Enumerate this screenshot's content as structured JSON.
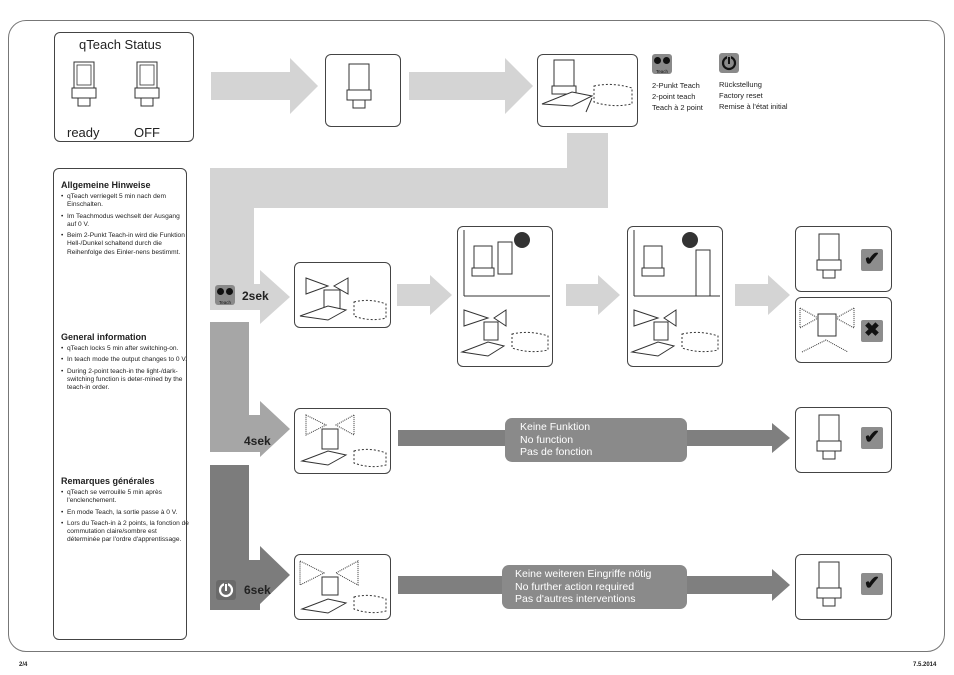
{
  "status": {
    "title": "qTeach Status",
    "ready": "ready",
    "off": "OFF"
  },
  "legend": {
    "teach_badge": "Teach",
    "teach": [
      "2-Punkt Teach",
      "2-point teach",
      "Teach à 2 point"
    ],
    "reset": [
      "Rückstellung",
      "Factory reset",
      "Remise à l'état initial"
    ]
  },
  "notes": {
    "de": {
      "title": "Allgemeine Hinweise",
      "items": [
        "qTeach verriegelt 5 min nach dem Einschalten.",
        "Im Teachmodus wechselt der Ausgang auf 0 V.",
        "Beim 2-Punkt Teach-in wird die Funktion Hell-/Dunkel schaltend durch die Reihenfolge des Einler-nens bestimmt."
      ]
    },
    "en": {
      "title": "General information",
      "items": [
        "qTeach locks 5 min after switching-on.",
        "In teach mode the output changes to 0 V.",
        "During 2-point teach-in the light-/dark-switching function is deter-mined by the teach-in order."
      ]
    },
    "fr": {
      "title": "Remarques générales",
      "items": [
        "qTeach se verrouille 5 min après l'enclenchement.",
        "En mode Teach, la sortie passe à 0 V.",
        "Lors du Teach-in à 2 points, la fonction de commutation claire/sombre est déterminée par l'ordre d'apprentissage."
      ]
    }
  },
  "rows": {
    "r2": {
      "duration": "2sek",
      "badge": "Teach"
    },
    "r4": {
      "duration": "4sek",
      "banner": [
        "Keine Funktion",
        "No function",
        "Pas de fonction"
      ]
    },
    "r6": {
      "duration": "6sek",
      "banner": [
        "Keine weiteren Eingriffe nötig",
        "No further action required",
        "Pas d'autres interventions"
      ]
    }
  },
  "results": {
    "ok_symbol": "✔",
    "fail_symbol": "✖"
  },
  "footer": {
    "page": "2/4",
    "date": "7.5.2014"
  },
  "colors": {
    "arrow_light": "#d4d4d4",
    "arrow_mid": "#a6a6a6",
    "arrow_dark": "#7c7c7c",
    "banner": "#8a8a8a"
  }
}
